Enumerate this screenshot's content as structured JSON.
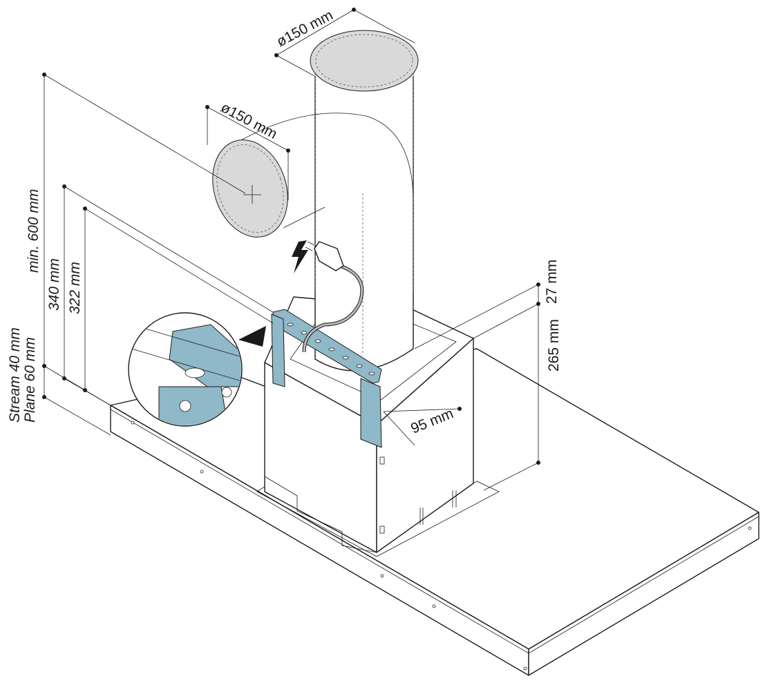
{
  "labels": {
    "duct_top_diameter": "ø150 mm",
    "duct_side_diameter": "ø150 mm",
    "min_height": "min. 600 mm",
    "height_340": "340 mm",
    "height_322": "322 mm",
    "stream": "Stream 40 mm",
    "plane": "Plane 60 mm",
    "depth_27": "27 mm",
    "depth_265": "265 mm",
    "width_95": "95 mm"
  },
  "colors": {
    "bracket": "#8fb8c8",
    "duct_face": "#d9d9d9",
    "line": "#1a1a1a"
  },
  "icons": {
    "electric_hazard": "lightning-bolt-icon",
    "power_plug": "power-plug-icon"
  }
}
